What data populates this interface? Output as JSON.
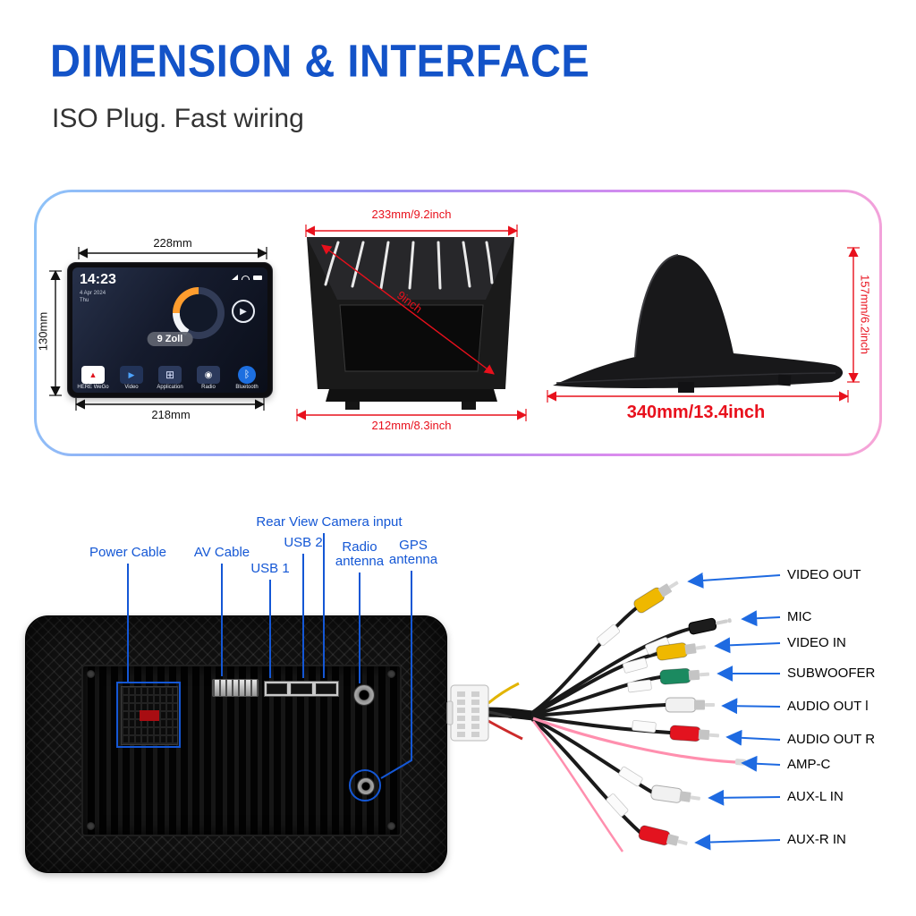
{
  "header": {
    "title": "DIMENSION & INTERFACE",
    "subtitle": "ISO Plug. Fast wiring"
  },
  "colors": {
    "title_blue": "#1353c8",
    "callout_blue": "#1457d5",
    "dimension_red": "#e8101c",
    "arrow_blue": "#1e6ae1"
  },
  "icons": {
    "play": "▶",
    "here_triangle": "▲",
    "video_play": "▶",
    "apps_grid": "⊞",
    "radio_dot": "◉",
    "bluetooth_rune": "ᛒ"
  },
  "front_view": {
    "dim_top": "228mm",
    "dim_left": "130mm",
    "dim_bottom": "218mm",
    "screen": {
      "time": "14:23",
      "date": "4 Apr 2024",
      "day": "Thu",
      "size_badge": "9 Zoll",
      "apps": [
        {
          "label": "HERE WeGo"
        },
        {
          "label": "Video"
        },
        {
          "label": "Application"
        },
        {
          "label": "Radio"
        },
        {
          "label": "Bluetooth"
        }
      ]
    }
  },
  "frame_view": {
    "dim_top": "233mm/9.2inch",
    "dim_diagonal": "9inch",
    "dim_bottom": "212mm/8.3inch"
  },
  "mount_view": {
    "dim_right": "157mm/6.2inch",
    "dim_bottom": "340mm/13.4inch"
  },
  "rear_callouts": {
    "rear_camera": "Rear View Camera input",
    "power": "Power Cable",
    "av": "AV Cable",
    "usb1": "USB 1",
    "usb2": "USB 2",
    "radio_line1": "Radio",
    "radio_line2": "antenna",
    "gps_line1": "GPS",
    "gps_line2": "antenna"
  },
  "harness": {
    "connectors": [
      {
        "label": "VIDEO OUT",
        "color": "#efb800"
      },
      {
        "label": "MIC",
        "color": "#1c1c1c"
      },
      {
        "label": "VIDEO IN",
        "color": "#efb800"
      },
      {
        "label": "SUBWOOFER",
        "color": "#1b8a60"
      },
      {
        "label": "AUDIO OUT l",
        "color": "#f1f1f1"
      },
      {
        "label": "AUDIO OUT R",
        "color": "#e3131f"
      },
      {
        "label": "AMP-C",
        "color": "#ff8fae"
      },
      {
        "label": "AUX-L IN",
        "color": "#f1f1f1"
      },
      {
        "label": "AUX-R IN",
        "color": "#e3131f"
      }
    ]
  }
}
